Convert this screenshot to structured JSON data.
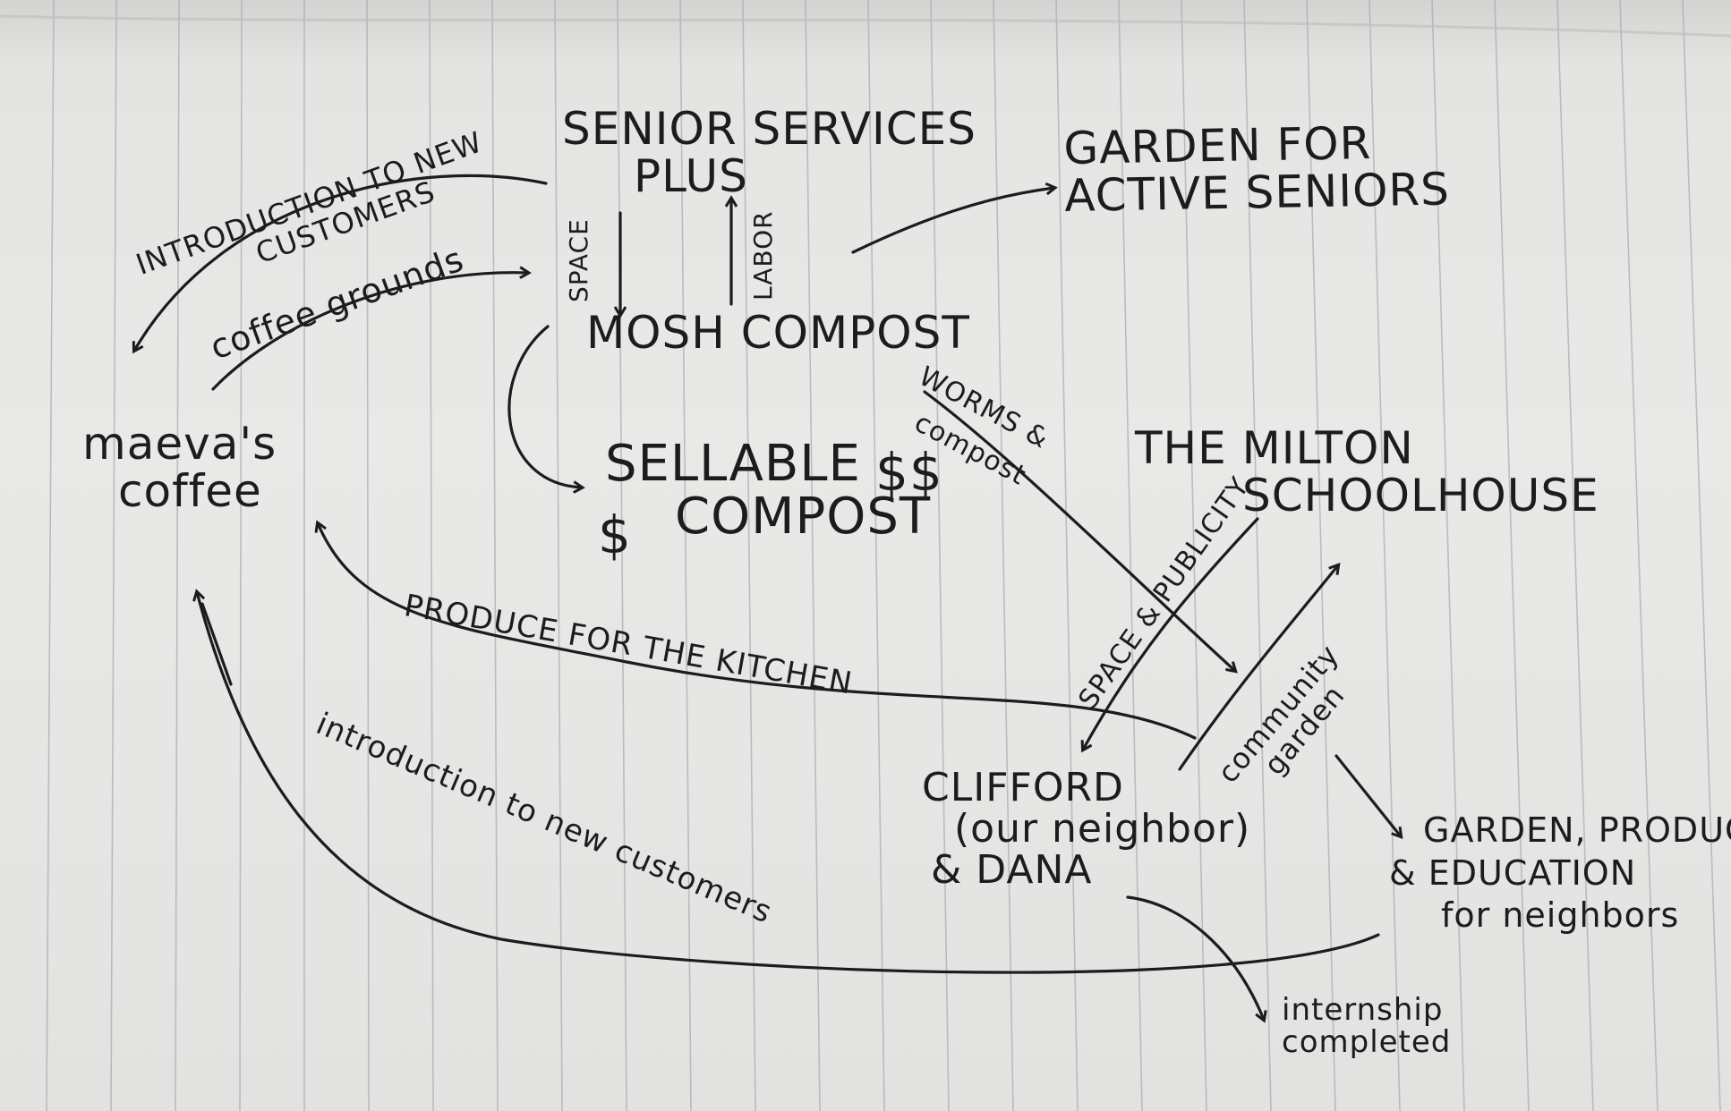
{
  "nodes": {
    "senior_services": [
      "SENIOR SERVICES",
      "PLUS"
    ],
    "garden_active_seniors": [
      "GARDEN FOR",
      "ACTIVE SENIORS"
    ],
    "mosh_compost": "MOSH COMPOST",
    "maevas_coffee": [
      "maeva's",
      "coffee"
    ],
    "sellable_compost": [
      "SELLABLE",
      "COMPOST"
    ],
    "milton_schoolhouse": [
      "THE MILTON",
      "SCHOOLHOUSE"
    ],
    "clifford": [
      "CLIFFORD",
      "(our neighbor)",
      "& DANA"
    ],
    "garden_produce": [
      "GARDEN, PRODUCE,",
      "& EDUCATION",
      "for neighbors"
    ],
    "internship": [
      "internship",
      "completed"
    ]
  },
  "edges": {
    "intro_customers_top": [
      "INTRODUCTION TO NEW",
      "CUSTOMERS"
    ],
    "coffee_grounds": "coffee grounds",
    "space": "SPACE",
    "labor": "LABOR",
    "dollar_left": "$",
    "dollar_right": "$$",
    "worms_compost": [
      "WORMS &",
      "compost"
    ],
    "space_publicity": "SPACE & publicity",
    "produce_kitchen": "PRODUCE FOR THE KITCHEN",
    "community_garden": [
      "community",
      "garden"
    ],
    "intro_customers_bottom": "introduction to new customers"
  },
  "colors": {
    "ink": "#1c1c1c",
    "paper": "#e6e6e4",
    "rule": "#a9aeb6"
  }
}
